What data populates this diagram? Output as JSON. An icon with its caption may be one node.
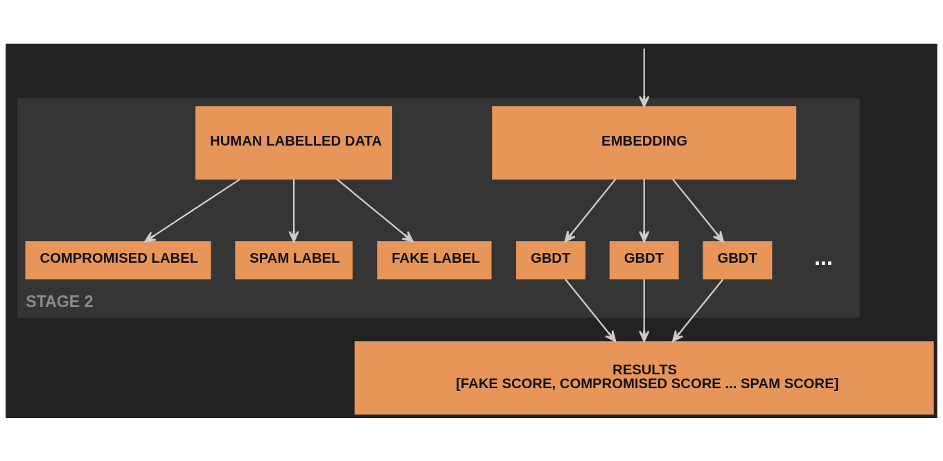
{
  "diagram": {
    "nodes": [
      {
        "text": [
          "STAGE 2"
        ]
      },
      {
        "text": [
          "HUMAN LABELLED DATA"
        ],
        "in": 0
      },
      {
        "text": [
          "EMBEDDING"
        ],
        "in": 0
      },
      {
        "text": [
          "FAKE LABEL"
        ],
        "in": 0
      },
      {
        "text": [
          "GBDT"
        ],
        "in": 0
      },
      {
        "text": [
          "COMPROMISED LABEL"
        ],
        "in": 0
      },
      {
        "text": [
          "GBDT"
        ],
        "in": 0
      },
      {
        "text": [
          "SPAM LABEL"
        ],
        "in": 0
      },
      {
        "text": [
          "GBDT"
        ],
        "in": 0
      },
      {
        "text": [
          "RESULTS",
          "[FAKE SCORE, COMPROMISED SCORE ... SPAM SCORE]"
        ]
      }
    ],
    "edges": [
      {
        "from": null,
        "to": 2,
        "arrow": "to"
      },
      {
        "from": 2,
        "to": 4,
        "arrow": "to"
      },
      {
        "from": 2,
        "to": 6,
        "arrow": "to"
      },
      {
        "from": 2,
        "to": 8,
        "arrow": "to"
      },
      {
        "from": 1,
        "to": 3,
        "arrow": "to"
      },
      {
        "from": 1,
        "to": 5,
        "arrow": "to"
      },
      {
        "from": 1,
        "to": 7,
        "arrow": "to"
      },
      {
        "from": 4,
        "to": 9,
        "arrow": "to"
      },
      {
        "from": 6,
        "to": 9,
        "arrow": "to"
      },
      {
        "from": 8,
        "to": 9,
        "arrow": "to"
      }
    ],
    "labels": [
      "..."
    ]
  }
}
